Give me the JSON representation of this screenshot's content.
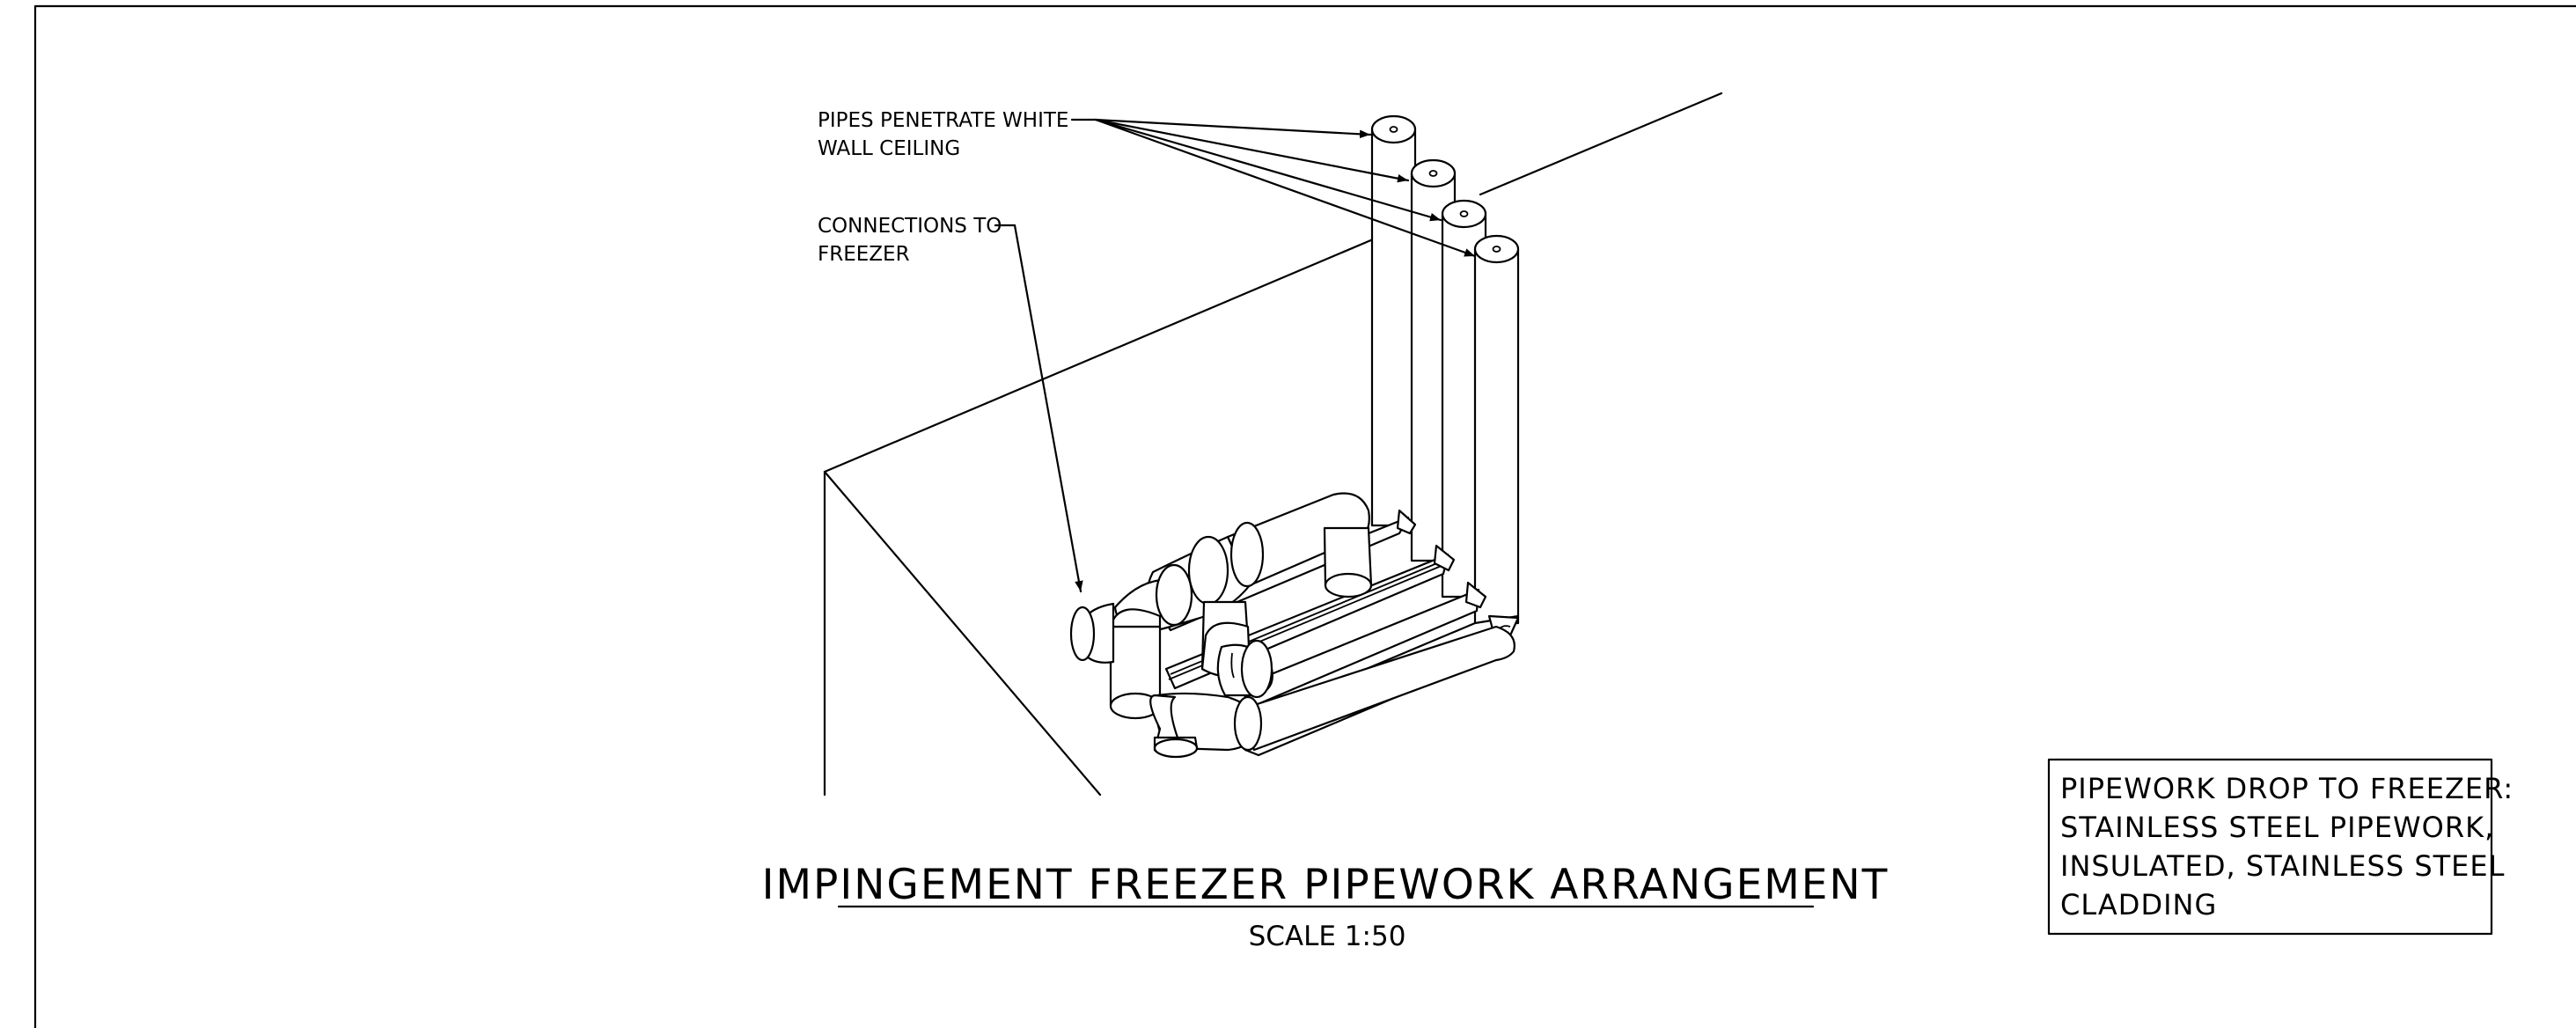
{
  "labels": {
    "pipes_penetrate_line1": "PIPES PENETRATE WHITE",
    "pipes_penetrate_line2": "WALL CEILING",
    "connections_line1": "CONNECTIONS TO",
    "connections_line2": "FREEZER"
  },
  "title": {
    "text": "IMPINGEMENT FREEZER PIPEWORK ARRANGEMENT",
    "scale": "SCALE 1:50"
  },
  "note": {
    "lines": [
      "PIPEWORK DROP TO FREEZER:",
      "STAINLESS STEEL PIPEWORK,",
      "INSULATED, STAINLESS STEEL",
      "CLADDING"
    ]
  }
}
